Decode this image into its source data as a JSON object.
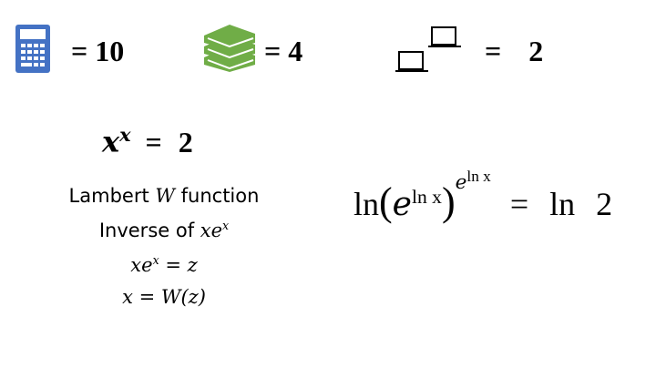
{
  "row1": {
    "calculator": {
      "icon": "calculator-icon",
      "color": "#4472C4",
      "eq": "= 10"
    },
    "books": {
      "icon": "books-icon",
      "color": "#70AD47",
      "eq": "= 4"
    },
    "laptops": {
      "icon": "laptop-icon",
      "eq": "= 2"
    }
  },
  "xx_equation": {
    "base": "x",
    "exp": "x",
    "rhs": "= 2"
  },
  "lambert": {
    "line1_a": "Lambert ",
    "line1_w": "W",
    "line1_b": " function",
    "line2_a": "Inverse of ",
    "line2_math": "xe",
    "line2_exp": "x",
    "line3_math": "xe",
    "line3_exp": "x",
    "line3_rhs": " = z",
    "line4": "x = W(z)"
  },
  "log_equation": {
    "ln": "ln",
    "open": "(",
    "e": "e",
    "inner_exp": "ln x",
    "close": ")",
    "outer_e": "e",
    "outer_exp": "ln x",
    "rhs": "= ln 2"
  }
}
